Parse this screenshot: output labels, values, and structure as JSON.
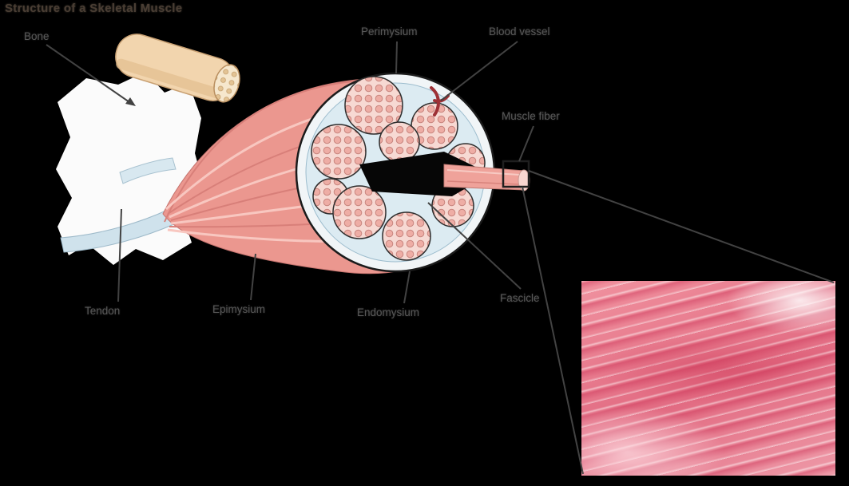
{
  "title": "Structure of a Skeletal Muscle",
  "labels": {
    "bone": "Bone",
    "perimysium": "Perimysium",
    "blood_vessel": "Blood vessel",
    "muscle_fiber": "Muscle fiber",
    "tendon": "Tendon",
    "epimysium": "Epimysium",
    "endomysium": "Endomysium",
    "fascicle": "Fascicle"
  },
  "inset": {
    "content": "micrograph of skeletal muscle fibers"
  },
  "colors": {
    "background": "#000000",
    "label_text": "#585858",
    "leader_line": "#424242",
    "muscle_pink": "#eb978f",
    "muscle_striation_light": "#f8c7c0",
    "muscle_striation_dark": "#d87f79",
    "bone_cream": "#f2d5ae",
    "tendon_blue": "#cfe2ec",
    "fascia_white": "#fbfbfb",
    "cross_section_blue": "#dcebf2",
    "fascicle_fill": "#f7d9d3",
    "blood_vessel_red": "#9e3136",
    "inset_pink": "#e8798a"
  }
}
